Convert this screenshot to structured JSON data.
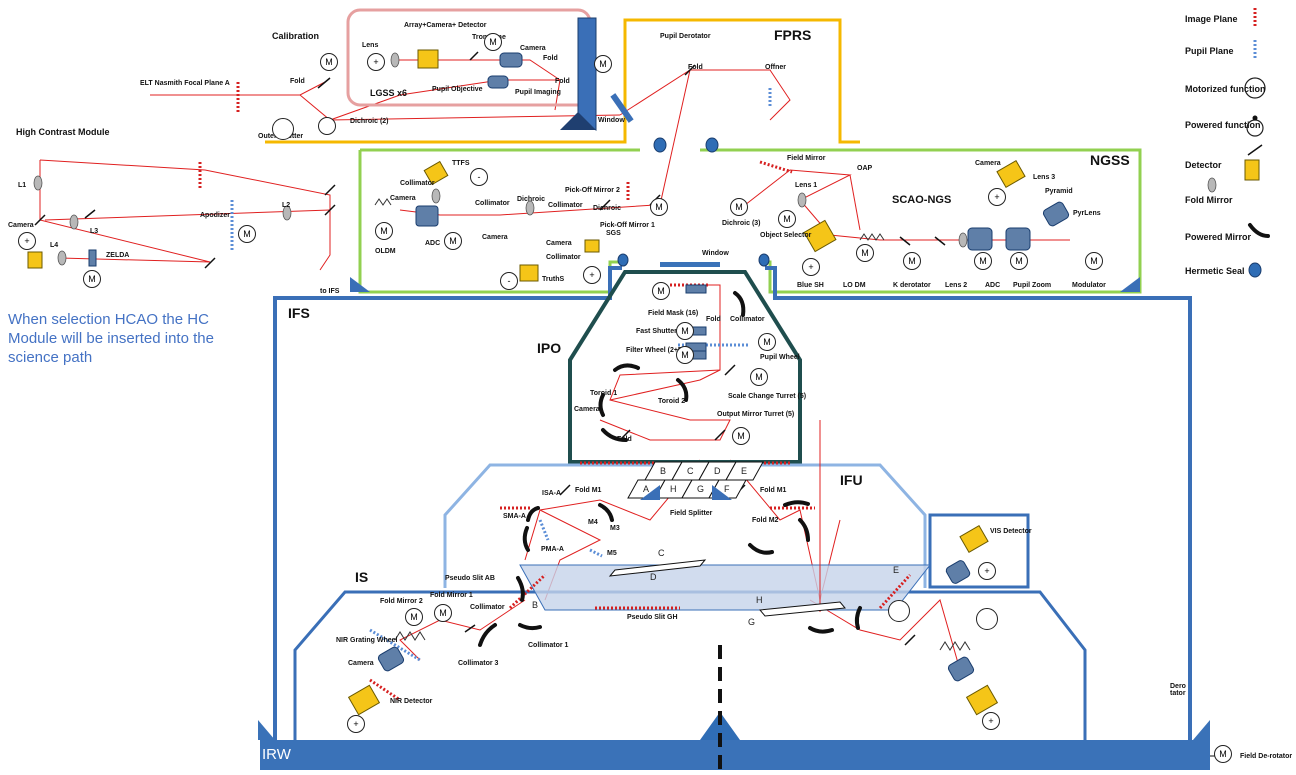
{
  "colors": {
    "fprs_border": "#f5b800",
    "ngss_border": "#92d050",
    "ifs_border": "#3a6fb7",
    "ifu_border": "#8eb4e3",
    "ipo_border": "#1f4e4e",
    "calib_border": "#e6a0a0",
    "beam": "#e02020",
    "image_plane": "#d62020",
    "pupil_plane": "#5b8dd6",
    "hermetic_seal": "#2f6db5",
    "detector": "#f5c518",
    "irw_bar": "#3a72b8"
  },
  "legend": {
    "image_plane": "Image Plane",
    "pupil_plane": "Pupil Plane",
    "motorized": "Motorized function",
    "powered": "Powered function",
    "detector": "Detector",
    "fold_mirror": "Fold Mirror",
    "powered_mirror": "Powered Mirror",
    "hermetic_seal": "Hermetic Seal"
  },
  "modules": {
    "fprs": "FPRS",
    "ngss": "NGSS",
    "ifs": "IFS",
    "ipo": "IPO",
    "ifu": "IFU",
    "is": "IS",
    "irw": "IRW",
    "calibration": "Calibration",
    "high_contrast": "High Contrast Module",
    "scao_ngs": "SCAO-NGS",
    "lgss": "LGSS x6"
  },
  "note": "When selection HCAO the HC Module will be inserted into the science path",
  "labels": {
    "elt_focal_plane": "ELT Nasmith  Focal Plane A",
    "outer_shutter": "Outer Shutter",
    "dichroic2": "Dichroic (2)",
    "fold_calib": "Fold",
    "lens": "Lens",
    "array_camera_detector": "Array+Camera+\nDetector",
    "trombone": "Trombone",
    "camera_calib": "Camera",
    "fold_calib2": "Fold",
    "fold_calib3": "Fold",
    "pupil_objective": "Pupil Objective",
    "pupil_imaging": "Pupil Imaging",
    "window_fprs": "Window",
    "pupil_derotator": "Pupil Derotator",
    "fold_fprs": "Fold",
    "offner": "Offner",
    "l1": "L1",
    "l2": "L2",
    "l3": "L3",
    "l4": "L4",
    "camera_hc": "Camera",
    "zelda": "ZELDA",
    "apodizer": "Apodizer",
    "to_ifs": "to IFS",
    "ttfs": "TTFS",
    "collimator_ngss1": "Collimator",
    "camera_ngss1": "Camera",
    "oldm": "OLDM",
    "adc_ngss": "ADC",
    "collimator_ngss2": "Collimator",
    "camera_ngss2": "Camera",
    "dichroic_ngss1": "Dichroic",
    "collimator_ngss3": "Collimator",
    "dichroic_ngss2": "Dichroic",
    "pick_off2": "Pick-Off Mirror 2",
    "pick_off1": "Pick-Off Mirror 1",
    "sgs": "SGS",
    "camera_ngss3": "Camera",
    "collimator_ngss4": "Collimator",
    "truths": "TruthS",
    "dichroic3": "Dichroic (3)",
    "field_mirror": "Field Mirror",
    "oap": "OAP",
    "lens1": "Lens 1",
    "object_selector": "Object Selector",
    "blue_sh": "Blue SH",
    "lo_dm": "LO DM",
    "k_derotator": "K derotator",
    "lens2": "Lens 2",
    "adc_scao": "ADC",
    "pupil_zoom": "Pupil Zoom",
    "modulator": "Modulator",
    "camera_scao": "Camera",
    "lens3": "Lens 3",
    "pyramid": "Pyramid",
    "pyrlens": "PyrLens",
    "window_ifs": "Window",
    "field_mask": "Field Mask (16)",
    "fold_ipo": "Fold",
    "collimator_ipo": "Collimator",
    "fast_shutter": "Fast Shutter (2)",
    "filter_wheel": "Filter Wheel (2+5)",
    "pupil_wheel": "Pupil Wheel",
    "toroid1": "Toroid 1",
    "toroid2": "Toroid 2",
    "camera_ipo": "Camera",
    "scale_change": "Scale Change Turret (5)",
    "output_mirror": "Output Mirror Turret (5)",
    "fold_ipo2": "Fold",
    "isa_a": "ISA-A",
    "fold_m1_left": "Fold M1",
    "fold_m1_right": "Fold M1",
    "fold_m2": "Fold M2",
    "sma_a": "SMA-A",
    "m4": "M4",
    "m3": "M3",
    "m5": "M5",
    "pma_a": "PMA-A",
    "field_splitter": "Field Splitter",
    "pseudo_slit_ab": "Pseudo Slit AB",
    "pseudo_slit_gh": "Pseudo Slit GH",
    "vis_detector": "VIS Detector",
    "fold_mirror2": "Fold Mirror 2",
    "fold_mirror1": "Fold Mirror 1",
    "collimator_is": "Collimator",
    "nir_grating": "NIR Grating Wheel",
    "camera_is": "Camera",
    "collimator3": "Collimator 3",
    "collimator1": "Collimator 1",
    "nir_detector": "NIR Detector",
    "derotator": "Dero\ntator",
    "field_derotator": "Field De-rotator"
  },
  "slicer_letters": [
    "B",
    "C",
    "D",
    "E",
    "A",
    "H",
    "G",
    "F"
  ],
  "slit_letters": {
    "c": "C",
    "d": "D",
    "b": "B",
    "e": "E",
    "h": "H",
    "g": "G"
  },
  "motor_symbol": "M",
  "plus": "+",
  "minus": "-"
}
